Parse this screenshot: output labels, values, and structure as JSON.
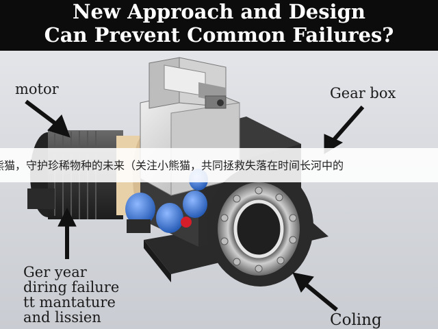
{
  "banner": {
    "line1": "New Approach and Design",
    "line2": "Can Prevent  Common Failures?"
  },
  "labels": {
    "motor": "motor",
    "gear_box": "Gear box",
    "coling": "Coling",
    "ger_year_lines": [
      "Ger year",
      "diring failure",
      "tt mantature",
      "and lissien"
    ]
  },
  "overlay_text": "熊猫，守护珍稀物种的未来（关注小熊猫，共同拯救失落在时间长河中的",
  "colors": {
    "banner_bg": "#0c0c0c",
    "banner_text": "#ffffff",
    "accent_blue": "#2f6fd0",
    "accent_red": "#d61e2a"
  }
}
